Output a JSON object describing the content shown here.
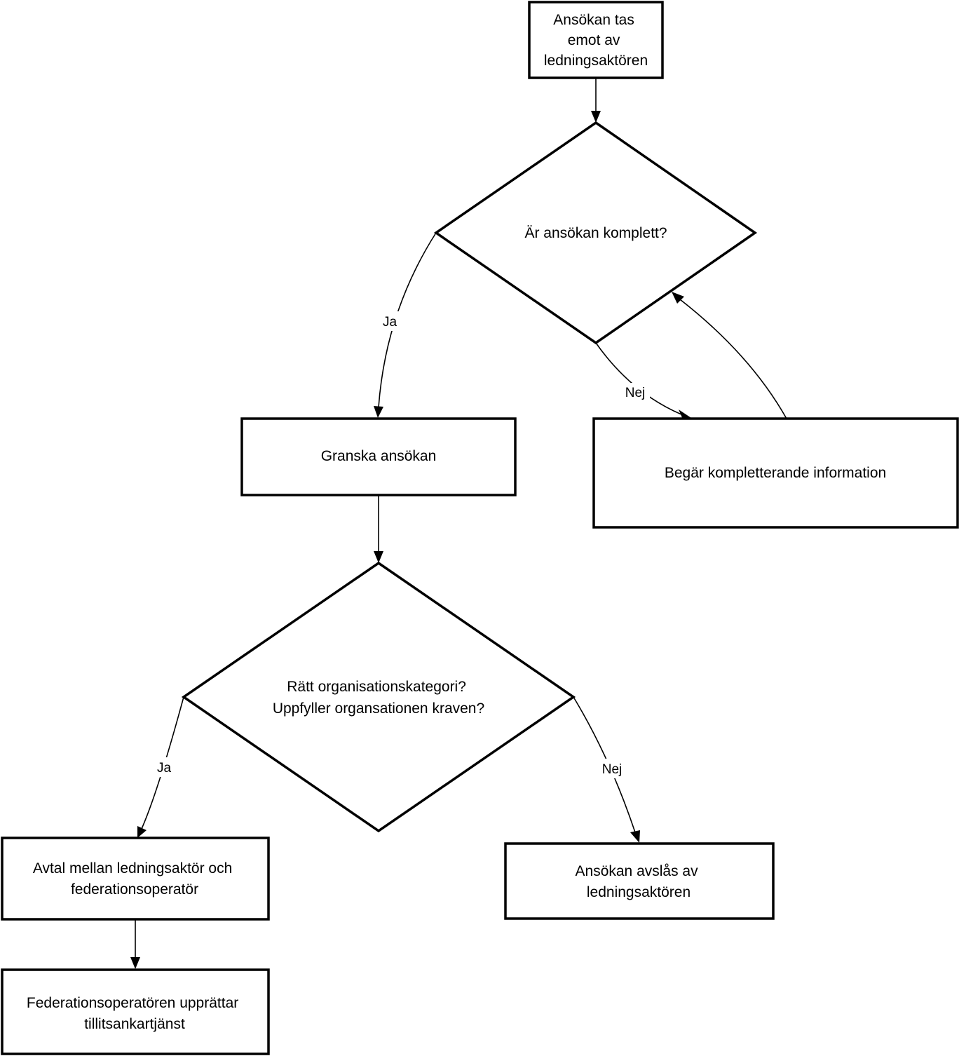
{
  "nodes": {
    "start": {
      "lines": [
        "Ansökan tas",
        "emot av",
        "ledningsaktören"
      ]
    },
    "decision_complete": {
      "lines": [
        "Är ansökan komplett?"
      ]
    },
    "request_info": {
      "lines": [
        "Begär kompletterande information"
      ]
    },
    "review": {
      "lines": [
        "Granska ansökan"
      ]
    },
    "decision_category": {
      "lines": [
        "Rätt organisationskategori?",
        "Uppfyller organsationen kraven?"
      ]
    },
    "agreement": {
      "lines": [
        "Avtal mellan ledningsaktör och",
        "federationsoperatör"
      ]
    },
    "rejected": {
      "lines": [
        "Ansökan avslås av",
        "ledningsaktören"
      ]
    },
    "trust_anchor": {
      "lines": [
        "Federationsoperatören upprättar",
        "tillitsankartjänst"
      ]
    }
  },
  "edges": {
    "complete_yes": {
      "label": "Ja"
    },
    "complete_no": {
      "label": "Nej"
    },
    "category_yes": {
      "label": "Ja"
    },
    "category_no": {
      "label": "Nej"
    }
  },
  "colors": {
    "stroke": "#000000",
    "fill": "#ffffff",
    "text": "#000000"
  }
}
